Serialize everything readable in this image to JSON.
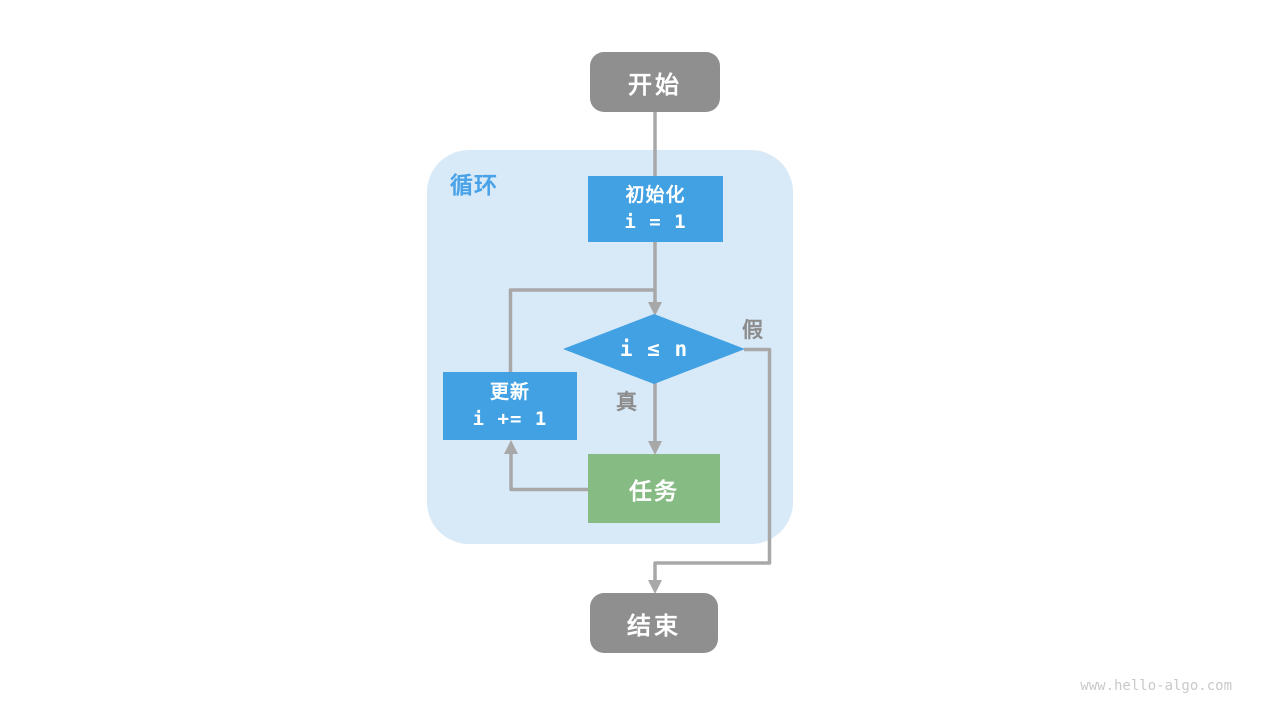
{
  "figure": {
    "watermark": "www.hello-algo.com"
  },
  "flowchart": {
    "loop_region_label": "循环",
    "nodes": {
      "start": {
        "label": "开始"
      },
      "init": {
        "label": "初始化",
        "code": "i = 1"
      },
      "condition": {
        "code": "i ≤ n"
      },
      "update": {
        "label": "更新",
        "code": "i += 1"
      },
      "task": {
        "label": "任务"
      },
      "end": {
        "label": "结束"
      }
    },
    "edge_labels": {
      "true_branch": "真",
      "false_branch": "假"
    },
    "colors": {
      "terminal_fill": "#8F8F8F",
      "process_fill": "#42A1E3",
      "task_fill": "#87BB84",
      "loop_region_fill": "#D8E9F8",
      "loop_label": "#49A2E8",
      "edge": "#A8A8A8",
      "edge_label": "#8C8C8C",
      "node_text": "#FFFFFF",
      "watermark": "#C9C9C9"
    }
  }
}
